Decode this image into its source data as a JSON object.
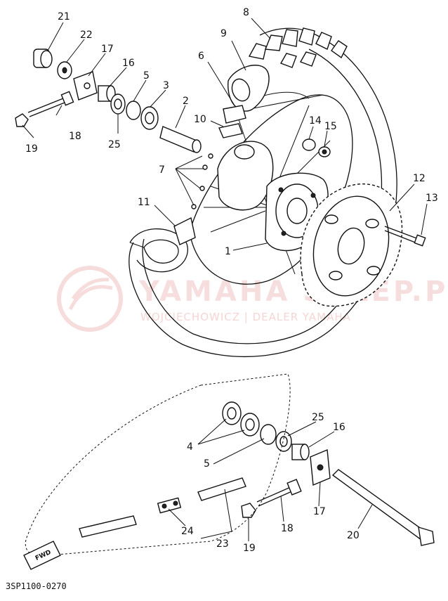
{
  "labels": {
    "l1": "1",
    "l2": "2",
    "l3": "3",
    "l4": "4",
    "l5a": "5",
    "l5b": "5",
    "l6": "6",
    "l7": "7",
    "l8": "8",
    "l9": "9",
    "l10": "10",
    "l11": "11",
    "l12": "12",
    "l13": "13",
    "l14": "14",
    "l15": "15",
    "l16a": "16",
    "l16b": "16",
    "l17a": "17",
    "l17b": "17",
    "l18a": "18",
    "l18b": "18",
    "l19a": "19",
    "l19b": "19",
    "l20": "20",
    "l21": "21",
    "l22": "22",
    "l23": "23",
    "l24": "24",
    "l25a": "25",
    "l25b": "25"
  },
  "fwd_tag": "FWD",
  "drawing_code": "3SP1100-0270",
  "watermark": {
    "brand": "YAMAHA SKLEP.PL",
    "dealer": "WOJCIECHOWICZ | DEALER YAMAHA",
    "color": "#e8a0a0"
  }
}
